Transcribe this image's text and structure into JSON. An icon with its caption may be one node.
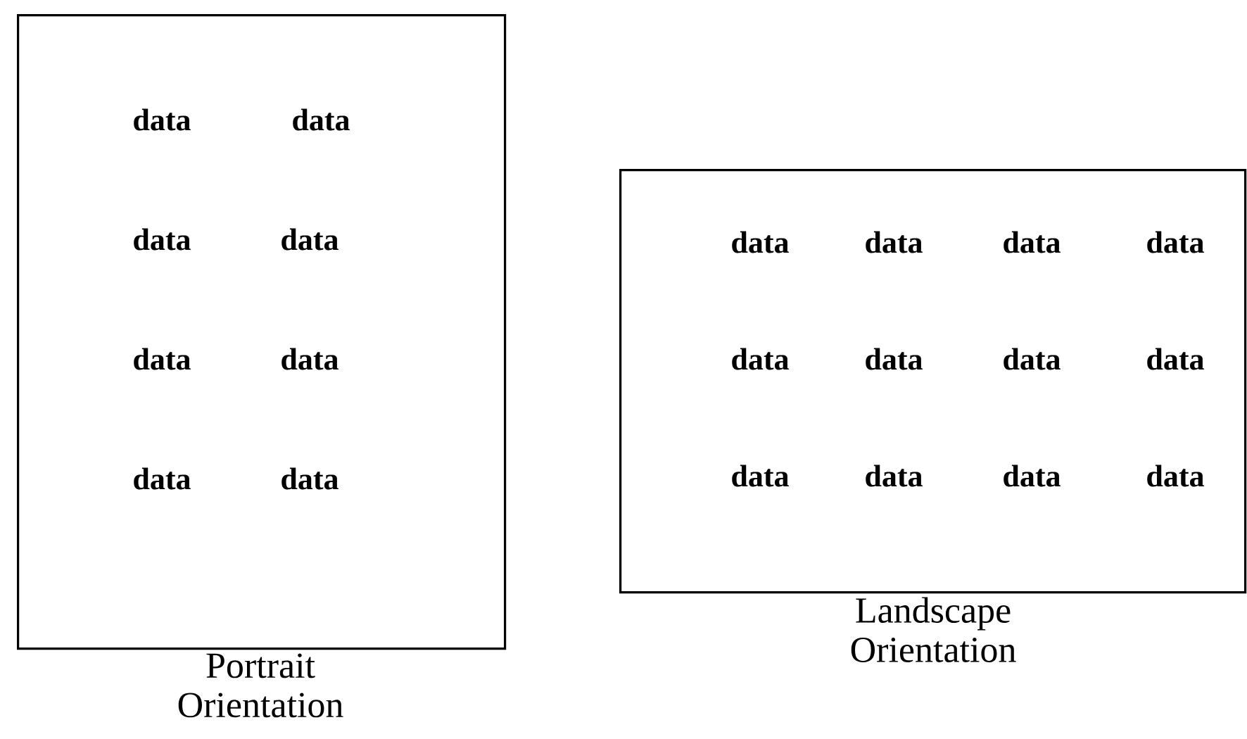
{
  "diagram": {
    "nodes": [
      {
        "text": [
          "Portrait Orientation"
        ]
      },
      {
        "text": [
          "Landscape Orientation"
        ]
      }
    ],
    "labels": [
      "data",
      "data",
      "data",
      "data",
      "data",
      "data",
      "data",
      "data",
      "data",
      "data",
      "data",
      "data",
      "data",
      "data",
      "data",
      "data",
      "data",
      "data",
      "data",
      "data"
    ]
  }
}
